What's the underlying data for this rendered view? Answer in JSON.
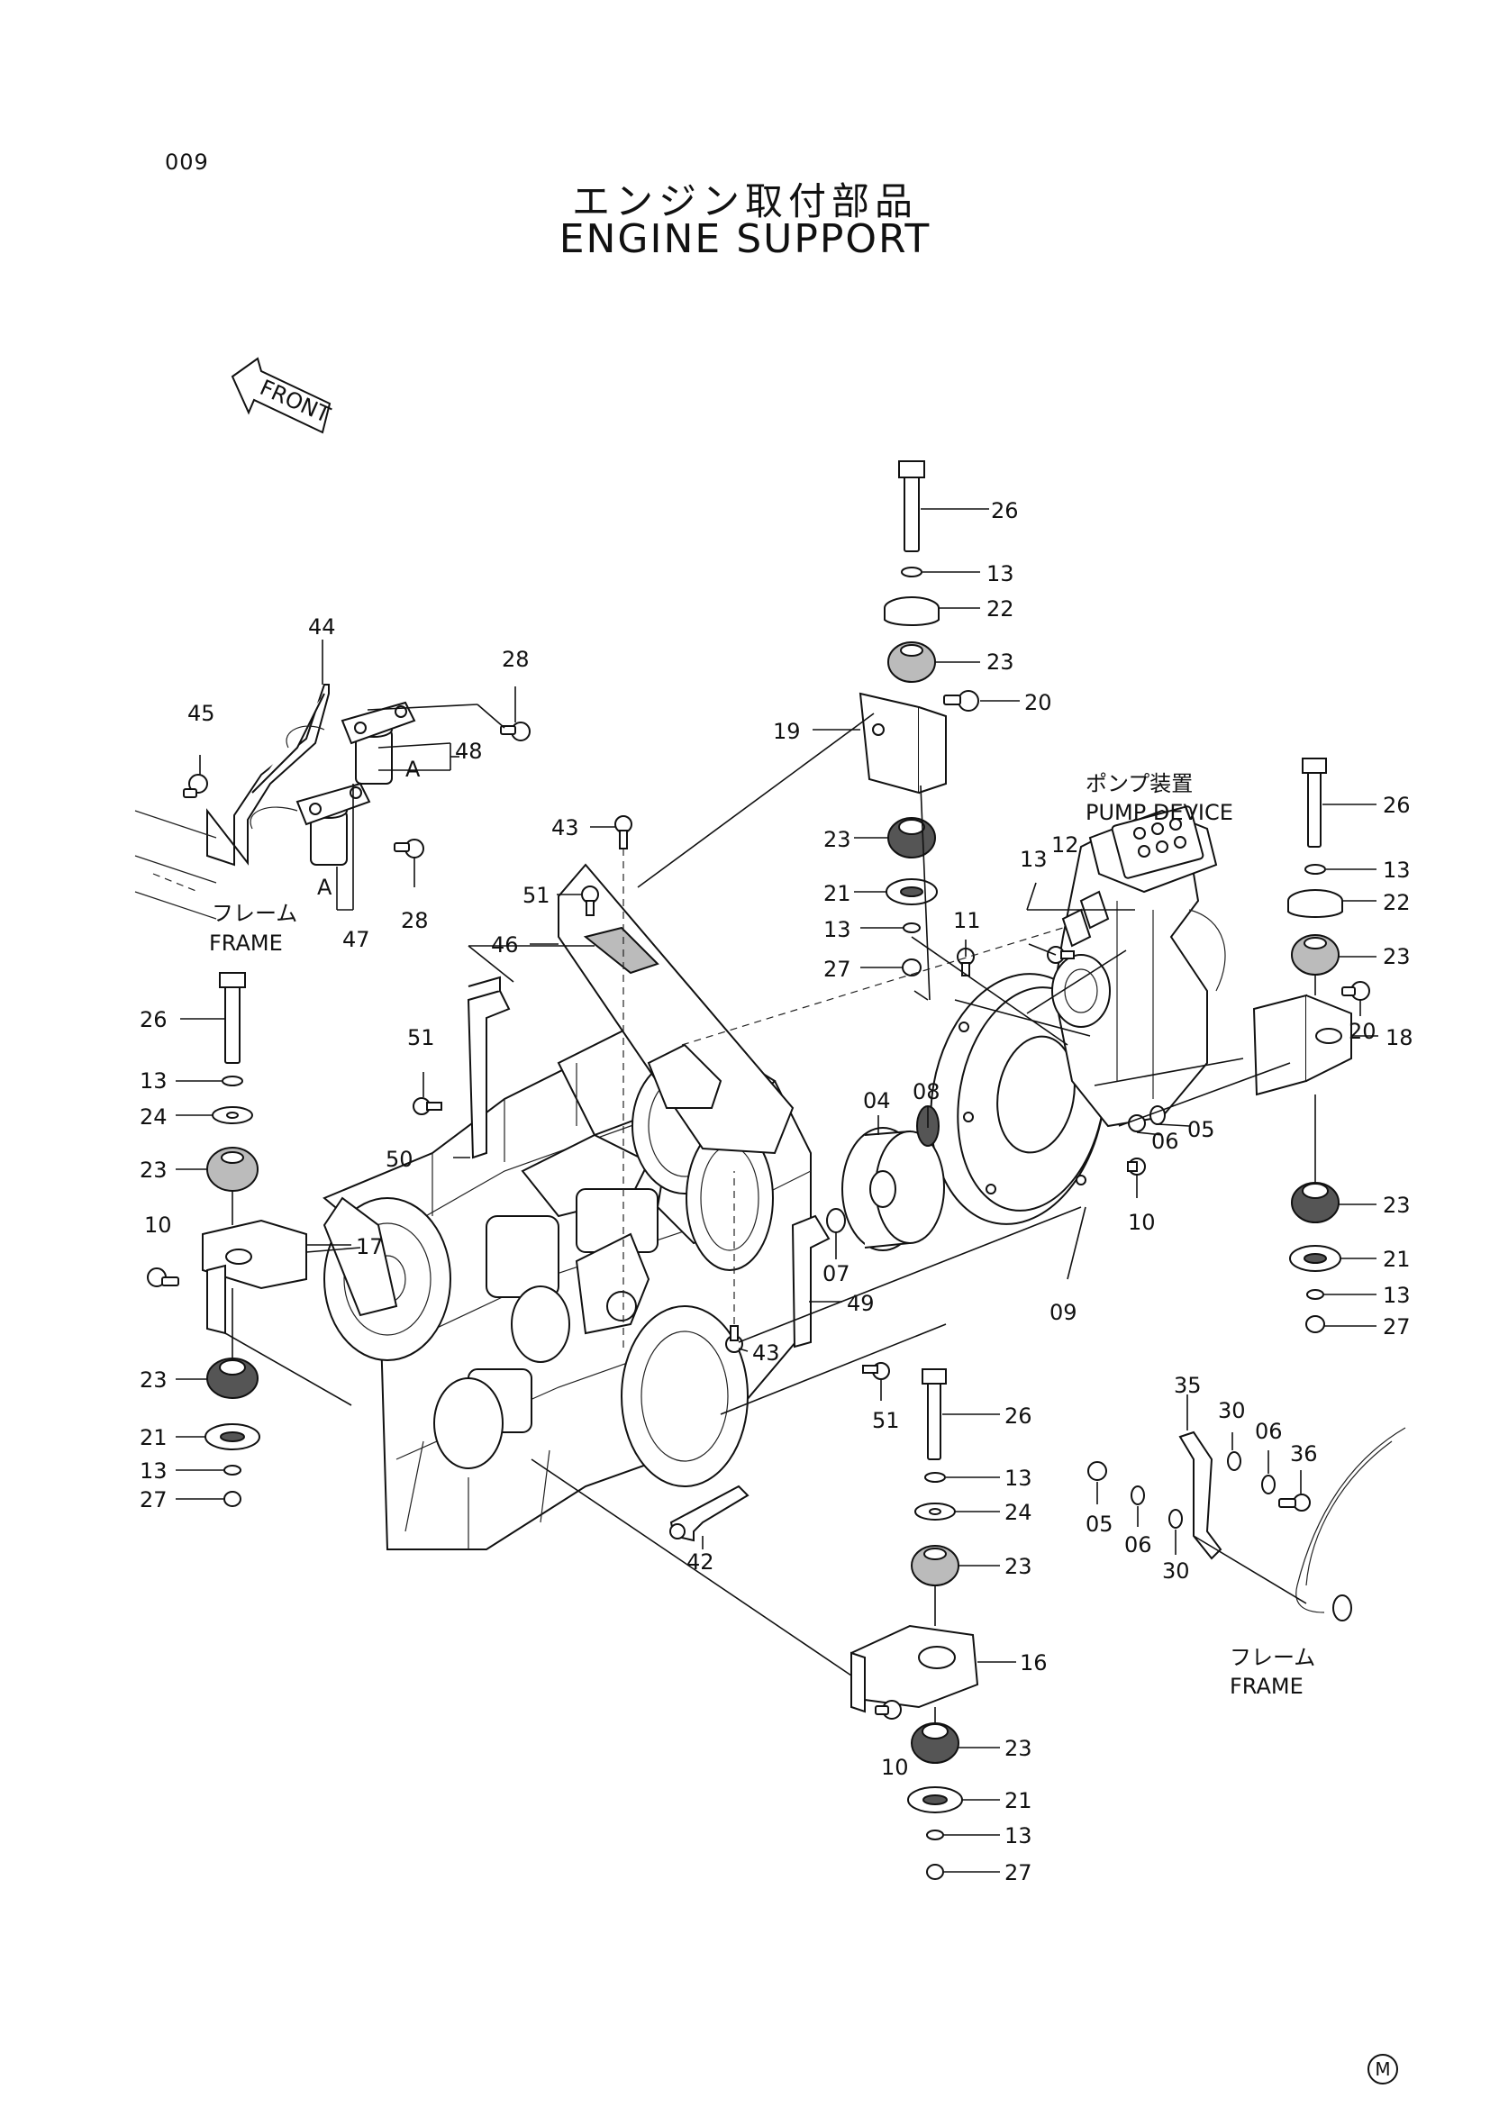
{
  "page_number": "009",
  "title_jp": "エンジン取付部品",
  "title_en": "ENGINE SUPPORT",
  "front_label": "FRONT",
  "pump_device_jp": "ポンプ装置",
  "pump_device_en": "PUMP DEVICE",
  "frame_jp": "フレーム",
  "frame_en": "FRAME",
  "view_mark": "A",
  "corner_mark": "M",
  "callouts": {
    "c26a": "26",
    "c13a": "13",
    "c22a": "22",
    "c23a": "23",
    "c20a": "20",
    "c19": "19",
    "c23b": "23",
    "c21a": "21",
    "c13b": "13",
    "c27a": "27",
    "c11": "11",
    "c43a": "43",
    "c51a": "51",
    "c46": "46",
    "c44": "44",
    "c45": "45",
    "c28a": "28",
    "c48": "48",
    "c28b": "28",
    "c47": "47",
    "c26b": "26",
    "c13c": "13",
    "c24a": "24",
    "c23c": "23",
    "c10a": "10",
    "c17": "17",
    "c23d": "23",
    "c21b": "21",
    "c13d": "13",
    "c27b": "27",
    "c51b": "51",
    "c50": "50",
    "c04": "04",
    "c08": "08",
    "c07": "07",
    "c49": "49",
    "c43b": "43",
    "c51c": "51",
    "c09": "09",
    "c10b": "10",
    "c06a": "06",
    "c05a": "05",
    "c13e": "13",
    "c12": "12",
    "c26c": "26",
    "c13f": "13",
    "c22b": "22",
    "c23e": "23",
    "c20b": "20",
    "c18": "18",
    "c23f": "23",
    "c21c": "21",
    "c13g": "13",
    "c27c": "27",
    "c26d": "26",
    "c13h": "13",
    "c24b": "24",
    "c23g": "23",
    "c16": "16",
    "c10c": "10",
    "c23h": "23",
    "c21d": "21",
    "c13i": "13",
    "c27d": "27",
    "c42": "42",
    "c35": "35",
    "c30a": "30",
    "c06b": "06",
    "c36": "36",
    "c05b": "05",
    "c06c": "06",
    "c30b": "30"
  }
}
